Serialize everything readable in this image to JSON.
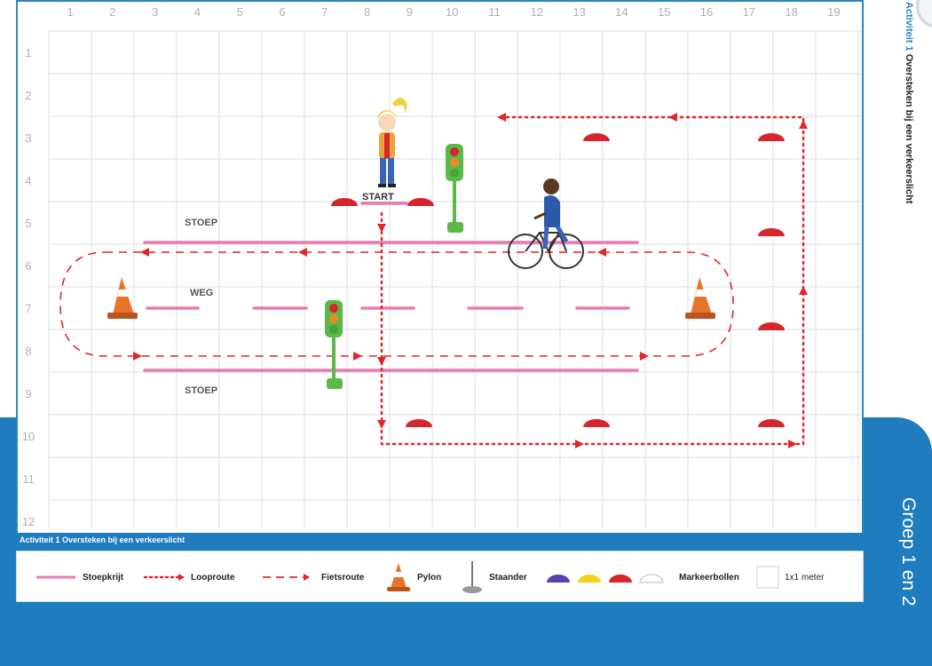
{
  "page": {
    "side_title_prefix": "Activiteit 1",
    "side_title_rest": " Oversteken bij een verkeerslicht",
    "groep": "Groep 1 en 2"
  },
  "grid": {
    "columns": [
      "1",
      "2",
      "3",
      "4",
      "5",
      "6",
      "7",
      "8",
      "9",
      "10",
      "11",
      "12",
      "13",
      "14",
      "15",
      "16",
      "17",
      "18",
      "19"
    ],
    "rows": [
      "1",
      "2",
      "3",
      "4",
      "5",
      "6",
      "7",
      "8",
      "9",
      "10",
      "11",
      "12"
    ]
  },
  "labels": {
    "start": "START",
    "stoep_top": "STOEP",
    "weg": "WEG",
    "stoep_bottom": "STOEP"
  },
  "footer": {
    "caption": "Activiteit 1 Oversteken bij een verkeerslicht"
  },
  "legend": {
    "stoepkrijt": "Stoepkrijt",
    "looproute": "Looproute",
    "fietsroute": "Fietsroute",
    "pylon": "Pylon",
    "staander": "Staander",
    "markeerbollen": "Markeerbollen",
    "meter": "1x1 meter"
  },
  "colors": {
    "chalk": "#e87bb0",
    "route": "#e0262b",
    "frame": "#2b85c5",
    "blue_bg": "#1f7cbf",
    "light_green": "#5cb84a",
    "cone_orange": "#e8742a",
    "marker_red": "#d7262b",
    "marker_purple": "#5b3fb3",
    "marker_yellow": "#f2d21f"
  }
}
